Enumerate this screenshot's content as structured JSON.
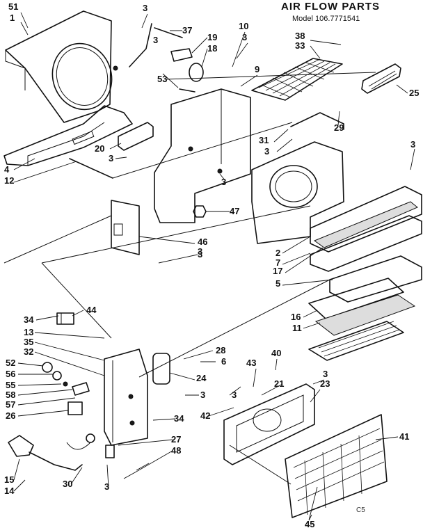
{
  "header": {
    "title": "AIR FLOW PARTS",
    "model": "Model 106.7771541"
  },
  "page_code": "C5",
  "callouts": [
    "51",
    "1",
    "3",
    "37",
    "19",
    "18",
    "10",
    "3",
    "38",
    "33",
    "9",
    "3",
    "53",
    "25",
    "29",
    "20",
    "3",
    "31",
    "3",
    "3",
    "4",
    "12",
    "3",
    "47",
    "3",
    "46",
    "3",
    "2",
    "7",
    "17",
    "5",
    "16",
    "11",
    "34",
    "44",
    "13",
    "35",
    "32",
    "28",
    "6",
    "52",
    "56",
    "55",
    "58",
    "57",
    "26",
    "24",
    "3",
    "43",
    "40",
    "3",
    "21",
    "23",
    "3",
    "42",
    "34",
    "27",
    "48",
    "41",
    "15",
    "14",
    "30",
    "3",
    "45"
  ]
}
